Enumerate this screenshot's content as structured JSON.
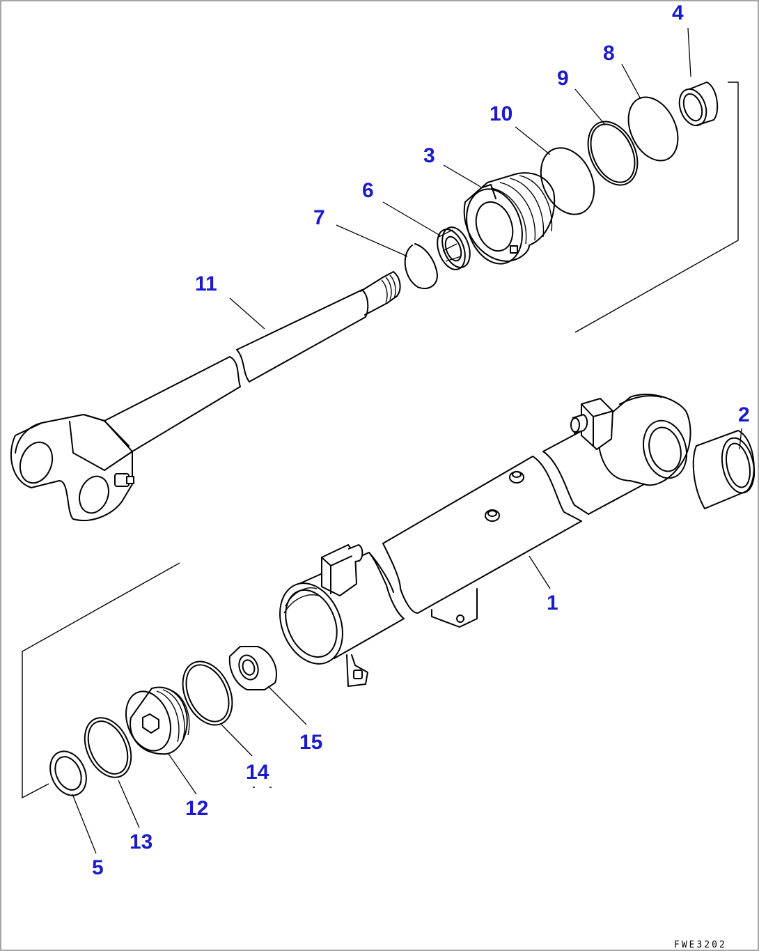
{
  "diagram": {
    "callout_color": "#1a1acc",
    "drawing_code": "FWE3202",
    "callouts": [
      {
        "id": "c1",
        "label": "1"
      },
      {
        "id": "c2",
        "label": "2"
      },
      {
        "id": "c3",
        "label": "3"
      },
      {
        "id": "c4",
        "label": "4"
      },
      {
        "id": "c5",
        "label": "5"
      },
      {
        "id": "c6",
        "label": "6"
      },
      {
        "id": "c7",
        "label": "7"
      },
      {
        "id": "c8",
        "label": "8"
      },
      {
        "id": "c9",
        "label": "9"
      },
      {
        "id": "c10",
        "label": "10"
      },
      {
        "id": "c11",
        "label": "11"
      },
      {
        "id": "c12",
        "label": "12"
      },
      {
        "id": "c13",
        "label": "13"
      },
      {
        "id": "c14",
        "label": "14"
      },
      {
        "id": "c15",
        "label": "15"
      }
    ]
  }
}
